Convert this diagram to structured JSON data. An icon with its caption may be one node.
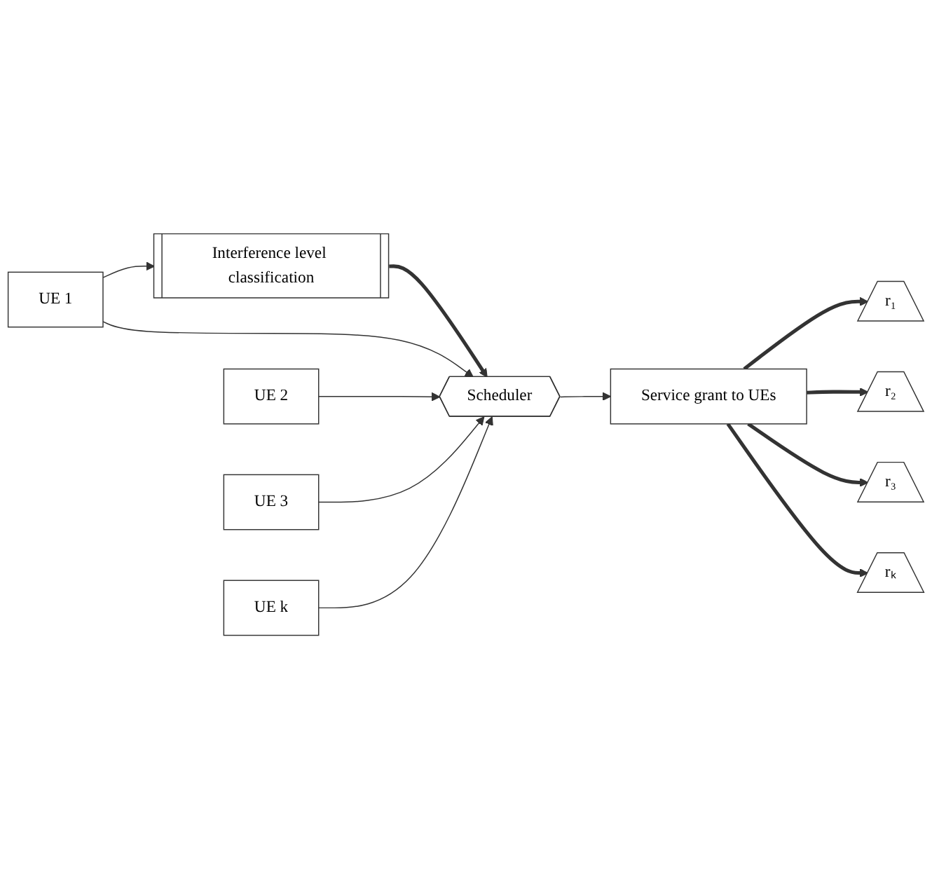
{
  "diagram": {
    "nodes": [
      {
        "text": [
          "Interference level classification"
        ]
      },
      {
        "text": [
          "UE 1"
        ]
      },
      {
        "text": [
          "UE 2"
        ]
      },
      {
        "text": [
          "UE 3"
        ]
      },
      {
        "text": [
          "UE k"
        ]
      },
      {
        "text": [
          "Scheduler"
        ]
      },
      {
        "text": [
          "Service grant to UEs"
        ]
      },
      {
        "text": [
          "r₁"
        ]
      },
      {
        "text": [
          "r₂"
        ]
      },
      {
        "text": [
          "r₃"
        ]
      },
      {
        "text": [
          "rₖ"
        ]
      }
    ],
    "edges": [
      {
        "from": 1,
        "to": 0,
        "arrow": "to"
      },
      {
        "from": 0,
        "to": 5,
        "arrow": "to",
        "style": "thick"
      },
      {
        "from": 1,
        "to": 5,
        "arrow": "to"
      },
      {
        "from": 2,
        "to": 5,
        "arrow": "to"
      },
      {
        "from": 3,
        "to": 5,
        "arrow": "to"
      },
      {
        "from": 4,
        "to": 5,
        "arrow": "to"
      },
      {
        "from": 5,
        "to": 6,
        "arrow": "to"
      },
      {
        "from": 6,
        "to": 7,
        "arrow": "to",
        "style": "thick"
      },
      {
        "from": 6,
        "to": 8,
        "arrow": "to",
        "style": "thick"
      },
      {
        "from": 6,
        "to": 9,
        "arrow": "to",
        "style": "thick"
      },
      {
        "from": 6,
        "to": 10,
        "arrow": "to",
        "style": "thick"
      }
    ]
  }
}
